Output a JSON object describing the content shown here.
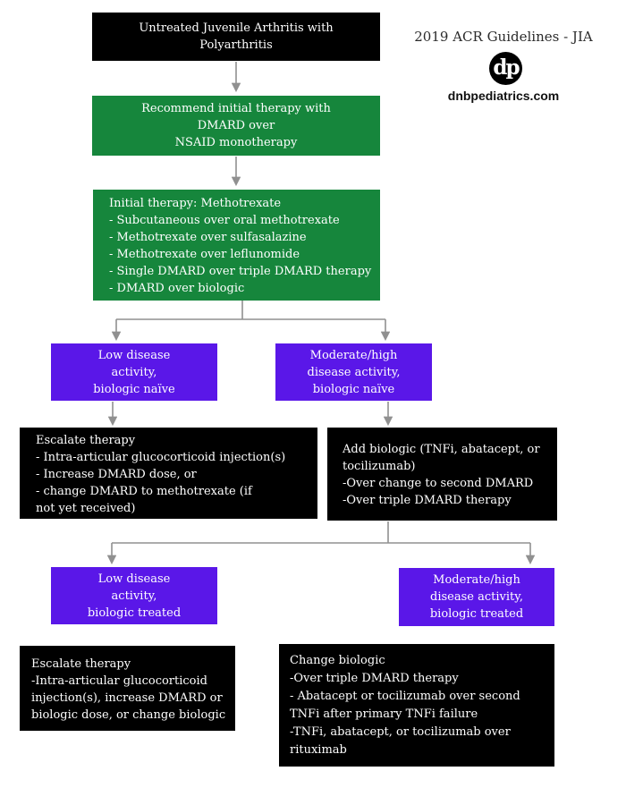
{
  "branding": {
    "title": "2019 ACR Guidelines - JIA",
    "logo_text": "dp",
    "website": "dnbpediatrics.com"
  },
  "colors": {
    "page_bg": "#ffffff",
    "black_box": "#000000",
    "green_box": "#16863c",
    "purple_box": "#5a17e8",
    "connector": "#909090",
    "text_on_box": "#ffffff",
    "title_text": "#2b2b2b"
  },
  "nodes": {
    "start": {
      "lines": [
        "Untreated Juvenile Arthritis with",
        "Polyarthritis"
      ]
    },
    "initial_therapy": {
      "lines": [
        "Recommend initial therapy with",
        "DMARD over",
        "NSAID monotherapy"
      ]
    },
    "methotrexate": {
      "lines": [
        "Initial therapy: Methotrexate",
        "- Subcutaneous over oral methotrexate",
        "- Methotrexate over sulfasalazine",
        "- Methotrexate over leflunomide",
        "- Single DMARD over triple DMARD therapy",
        "- DMARD over biologic"
      ]
    },
    "low_naive": {
      "lines": [
        "Low disease",
        "activity,",
        "biologic naïve"
      ]
    },
    "modhigh_naive": {
      "lines": [
        "Moderate/high",
        "disease activity,",
        "biologic naïve"
      ]
    },
    "escalate_1": {
      "lines": [
        "Escalate therapy",
        "- Intra-articular glucocorticoid injection(s)",
        "- Increase DMARD dose, or",
        "- change DMARD to methotrexate (if",
        "not yet received)"
      ]
    },
    "add_biologic": {
      "lines": [
        "Add biologic (TNFi, abatacept, or",
        "tocilizumab)",
        "-Over change to second DMARD",
        "-Over triple DMARD therapy"
      ]
    },
    "low_treated": {
      "lines": [
        "Low disease",
        "activity,",
        "biologic treated"
      ]
    },
    "modhigh_treated": {
      "lines": [
        "Moderate/high",
        "disease activity,",
        "biologic treated"
      ]
    },
    "escalate_2": {
      "lines": [
        "Escalate therapy",
        "-Intra-articular glucocorticoid",
        "injection(s), increase DMARD or",
        "biologic dose, or change biologic"
      ]
    },
    "change_biologic": {
      "lines": [
        "Change biologic",
        "-Over triple DMARD therapy",
        "- Abatacept or tocilizumab over second",
        "TNFi after primary TNFi failure",
        "-TNFi, abatacept, or tocilizumab over",
        "rituximab"
      ]
    }
  }
}
